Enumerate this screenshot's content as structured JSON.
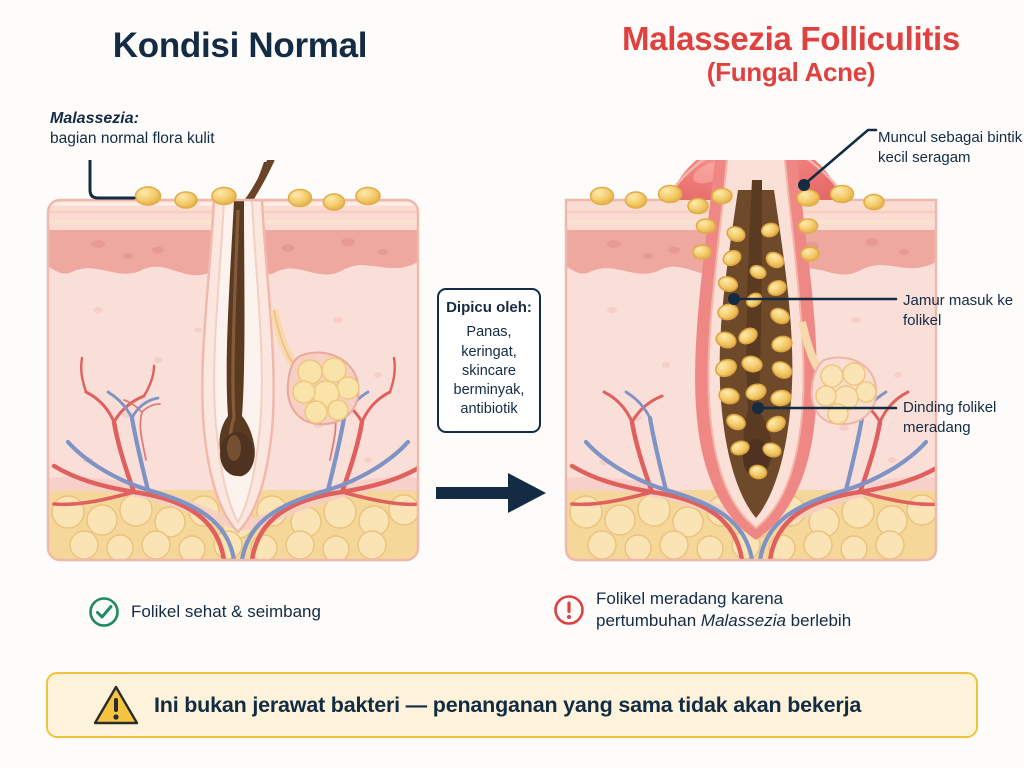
{
  "colors": {
    "navy": "#132b43",
    "red": "#e0413f",
    "green": "#1e8a5f",
    "banner_bg": "#fdf3da",
    "banner_border": "#f0c33c",
    "yeast": "#f2c75c",
    "epidermis": "#fbdcd3",
    "dermis": "#fadfd9",
    "fat": "#f6d79a",
    "artery": "#e0605e",
    "vein": "#7f93c4",
    "hair": "#6b4428",
    "inflamed": "#f07f7f",
    "page_bg": "#fdfcfb"
  },
  "panels": {
    "left": {
      "title": "Kondisi Normal",
      "annotation": {
        "heading": "Malassezia:",
        "body": "bagian normal flora kulit"
      },
      "caption": {
        "icon": "check-circle-icon",
        "text": "Folikel sehat & seimbang"
      }
    },
    "right": {
      "title": "Malassezia Folliculitis",
      "subtitle": "(Fungal Acne)",
      "annotations": [
        {
          "id": "muncul",
          "text": "Muncul sebagai bintik kecil seragam"
        },
        {
          "id": "jamur",
          "text": "Jamur masuk ke folikel"
        },
        {
          "id": "dinding",
          "text": "Dinding folikel meradang"
        }
      ],
      "caption": {
        "icon": "exclamation-circle-icon",
        "line1": "Folikel meradang karena",
        "line2_pre": "pertumbuhan ",
        "line2_em": "Malassezia",
        "line2_post": " berlebih"
      }
    }
  },
  "trigger": {
    "heading": "Dipicu oleh:",
    "items": "Panas, keringat, skincare berminyak, antibiotik"
  },
  "arrow": {
    "icon": "right-arrow-icon"
  },
  "banner": {
    "icon": "warning-triangle-icon",
    "text": "Ini bukan jerawat bakteri — penanganan yang sama tidak akan bekerja"
  }
}
